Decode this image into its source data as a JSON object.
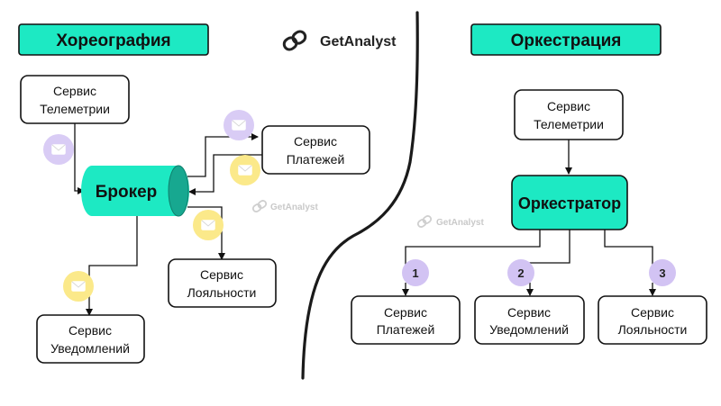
{
  "left": {
    "title": "Хореография",
    "telemetry": [
      "Сервис",
      "Телеметрии"
    ],
    "broker": "Брокер",
    "payments": [
      "Сервис",
      "Платежей"
    ],
    "loyalty": [
      "Сервис",
      "Лояльности"
    ],
    "notifications": [
      "Сервис",
      "Уведомлений"
    ]
  },
  "right": {
    "title": "Оркестрация",
    "telemetry": [
      "Сервис",
      "Телеметрии"
    ],
    "orchestrator": "Оркестратор",
    "payments": [
      "Сервис",
      "Платежей"
    ],
    "notifications": [
      "Сервис",
      "Уведомлений"
    ],
    "loyalty": [
      "Сервис",
      "Лояльности"
    ],
    "steps": [
      "1",
      "2",
      "3"
    ]
  },
  "logo": {
    "text": "GetAnalyst",
    "icon": "link-chain-icon"
  },
  "watermarks": [
    "GetAnalyst",
    "GetAnalyst"
  ],
  "colors": {
    "accent": "#1de9c3",
    "message_yellow": "#fbe98a",
    "message_purple": "#d9ccf5",
    "step_purple": "#d2c3f3",
    "divider": "#1a1a1a"
  },
  "icons": {
    "message": "envelope-icon"
  }
}
